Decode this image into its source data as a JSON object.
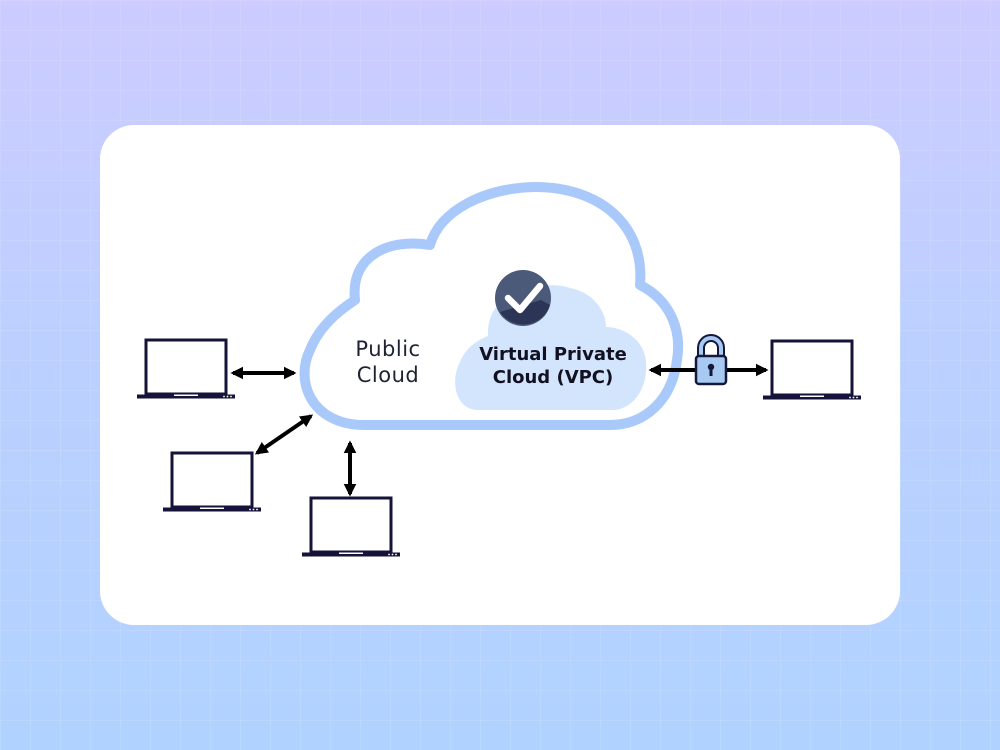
{
  "diagram": {
    "public_cloud_label": [
      "Public",
      "Cloud"
    ],
    "vpc_label": [
      "Virtual Private",
      "Cloud (VPC)"
    ],
    "icons": {
      "laptops": 5,
      "check_badge": "check-badge-icon",
      "lock": "padlock-icon"
    },
    "colors": {
      "background_top": "#cdcbff",
      "background_bottom": "#b0d2ff",
      "card": "#ffffff",
      "cloud_outline": "#a9c9fb",
      "vpc_fill": "#d3e5fd",
      "laptop_stroke": "#15133a",
      "arrow": "#000000",
      "check_badge": "#4a5a78",
      "lock_body": "#a7c9f2"
    }
  }
}
